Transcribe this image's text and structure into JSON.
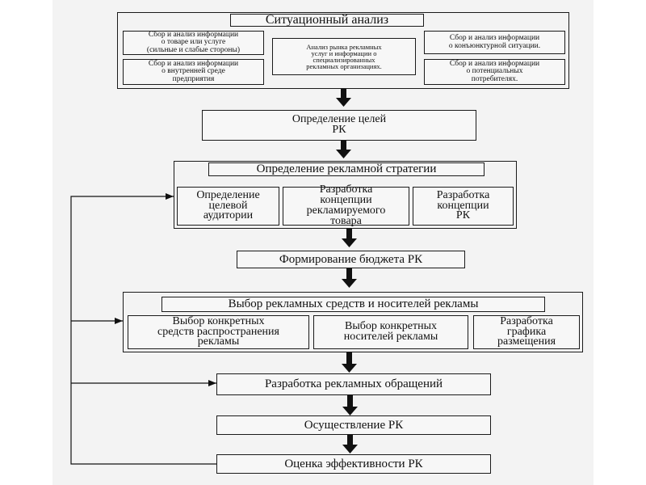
{
  "situation": {
    "title": "Ситуационный анализ",
    "left_top": "Сбор и анализ информации\nо товаре или услуге\n(сильные и слабые стороны)",
    "left_bottom": "Сбор и анализ информации\nо внутренней среде\nпредприятия",
    "center": "Анализ рынка рекламных\nуслуг и информации о\nспециализированных\nрекламных организациях.",
    "right_top": "Сбор и анализ информации\nо конъюнктурной ситуации.",
    "right_bottom": "Сбор и анализ информации\nо потенциальных\nпотребителях."
  },
  "goals": {
    "title": "Определение целей\nРК"
  },
  "strategy": {
    "title": "Определение рекламной стратегии",
    "items": [
      "Определение\nцелевой\nаудитории",
      "Разработка\nконцепции\nрекламируемого\nтовара",
      "Разработка\nконцепции\nРК"
    ]
  },
  "budget": {
    "title": "Формирование бюджета РК"
  },
  "media": {
    "title": "Выбор рекламных средств и носителей рекламы",
    "items": [
      "Выбор конкретных\nсредств распространения\nрекламы",
      "Выбор конкретных\nносителей рекламы",
      "Разработка\nграфика\nразмещения"
    ]
  },
  "messages": {
    "title": "Разработка рекламных обращений"
  },
  "implementation": {
    "title": "Осуществление РК"
  },
  "evaluation": {
    "title": "Оценка эффективности РК"
  }
}
